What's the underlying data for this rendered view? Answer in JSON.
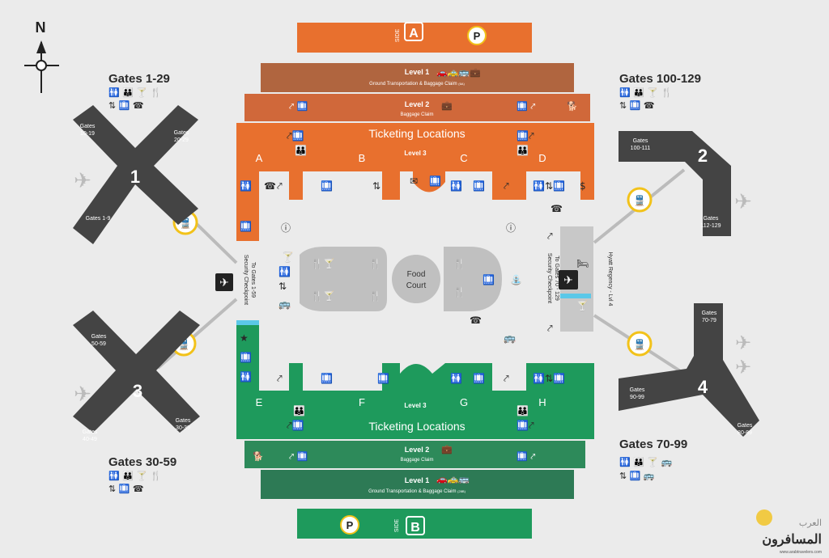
{
  "compass": {
    "north": "N"
  },
  "side_a": {
    "label": "SIDE",
    "letter": "A",
    "parking": "P"
  },
  "side_b": {
    "label": "SIDE",
    "letter": "B",
    "parking": "P"
  },
  "top": {
    "level1": {
      "title": "Level 1",
      "sub": "Ground Transportation & Baggage Claim",
      "sub_small": "(6A)"
    },
    "level2": {
      "title": "Level 2",
      "sub": "Baggage Claim"
    },
    "ticketing": "Ticketing Locations",
    "level3": "Level 3",
    "letters": [
      "A",
      "B",
      "C",
      "D"
    ]
  },
  "bottom": {
    "level1": {
      "title": "Level 1",
      "sub": "Ground Transportation & Baggage Claim",
      "sub_small": "(28B)"
    },
    "level2": {
      "title": "Level 2",
      "sub": "Baggage Claim"
    },
    "ticketing": "Ticketing Locations",
    "level3": "Level 3",
    "letters": [
      "E",
      "F",
      "G",
      "H"
    ]
  },
  "food_court": {
    "line1": "Food",
    "line2": "Court"
  },
  "checkpoint_left": {
    "line1": "Security Checkpoint",
    "line2": "To Gates 1-59"
  },
  "checkpoint_right": {
    "line1": "Security Checkpoint",
    "line2": "To Gates 70 - 129"
  },
  "hyatt": "Hyatt Regency - Lvl 4",
  "concourse1": {
    "title": "Gates 1-29",
    "num": "1",
    "arm_a": "Gates",
    "arm_a2": "10-19",
    "arm_b": "Gates",
    "arm_b2": "20-29",
    "arm_c": "Gates 1-9"
  },
  "concourse2": {
    "title": "Gates 100-129",
    "num": "2",
    "arm_a": "Gates",
    "arm_a2": "100-111",
    "arm_b": "Gates",
    "arm_b2": "112-129"
  },
  "concourse3": {
    "title": "Gates 30-59",
    "num": "3",
    "arm_a": "Gates",
    "arm_a2": "50-59",
    "arm_b": "Gates",
    "arm_b2": "30-39",
    "arm_c": "Gates",
    "arm_c2": "40-49"
  },
  "concourse4": {
    "title": "Gates 70-99",
    "num": "4",
    "arm_a": "Gates",
    "arm_a2": "70-79",
    "arm_b": "Gates",
    "arm_b2": "90-99",
    "arm_c": "Gates",
    "arm_c2": "80-89"
  },
  "icons": {
    "restroom": "🚻",
    "family": "👪",
    "cocktail": "🍸",
    "dining": "🍴",
    "phone": "☎",
    "info": "?",
    "train": "🚆",
    "plane": "✈",
    "escalator": "⤤",
    "elevator": "⇅",
    "baggage": "💼",
    "mail": "✉",
    "atm": "$",
    "star": "★",
    "pet": "🐕",
    "bus": "🚌",
    "car": "🚗",
    "taxi": "🚕"
  },
  "colors": {
    "orange": "#e8702e",
    "orange_dark": "#b0653f",
    "green": "#1e9a5c",
    "green_dark": "#2d7a55",
    "concourse": "#444444",
    "grey": "#c8c8c8",
    "background": "#ebebeb",
    "train_ring": "#f2c21a"
  },
  "watermark": {
    "brand": "المسافرون",
    "arabic": "العرب",
    "url": "www.arabtravelers.com"
  }
}
